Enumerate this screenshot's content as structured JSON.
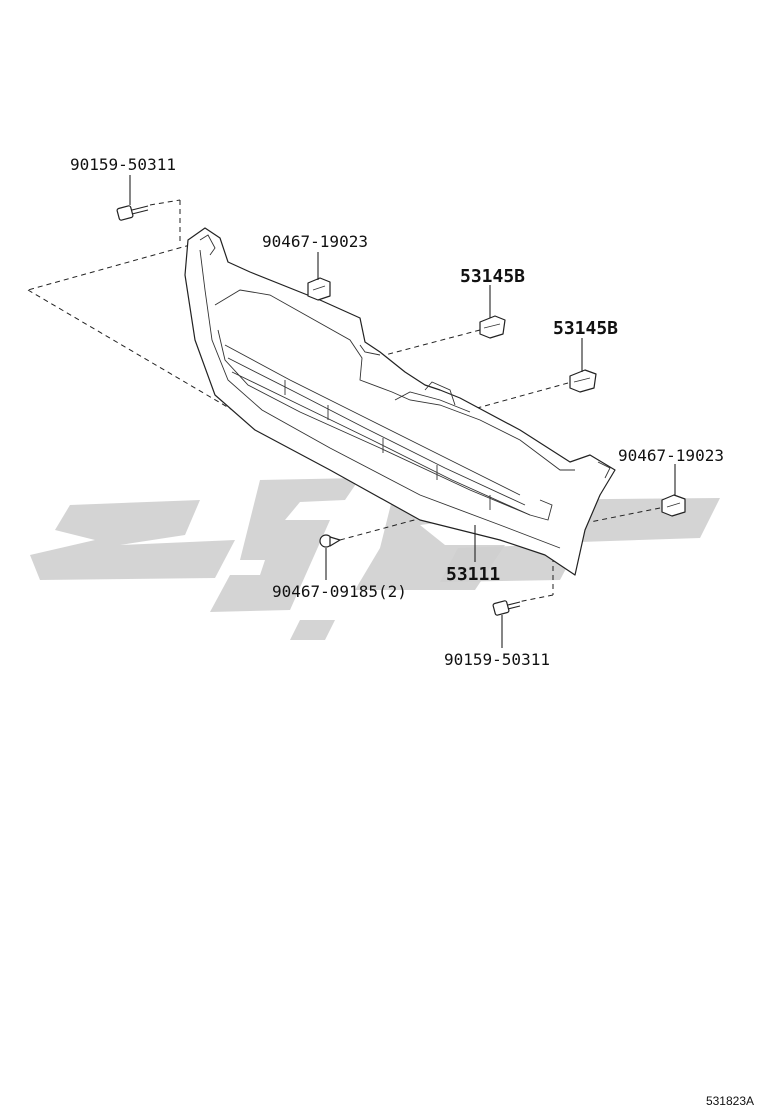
{
  "callouts": {
    "bolt_top_left": "90159-50311",
    "clip_upper_left": "90467-19023",
    "retainer_upper": "53145B",
    "retainer_right": "53145B",
    "clip_right": "90467-19023",
    "grille": "53111",
    "fastener_center": "90467-09185(2)",
    "bolt_bottom": "90159-50311"
  },
  "figure_number": "531823A",
  "colors": {
    "line": "#222222",
    "watermark": "#cfcfcf"
  }
}
